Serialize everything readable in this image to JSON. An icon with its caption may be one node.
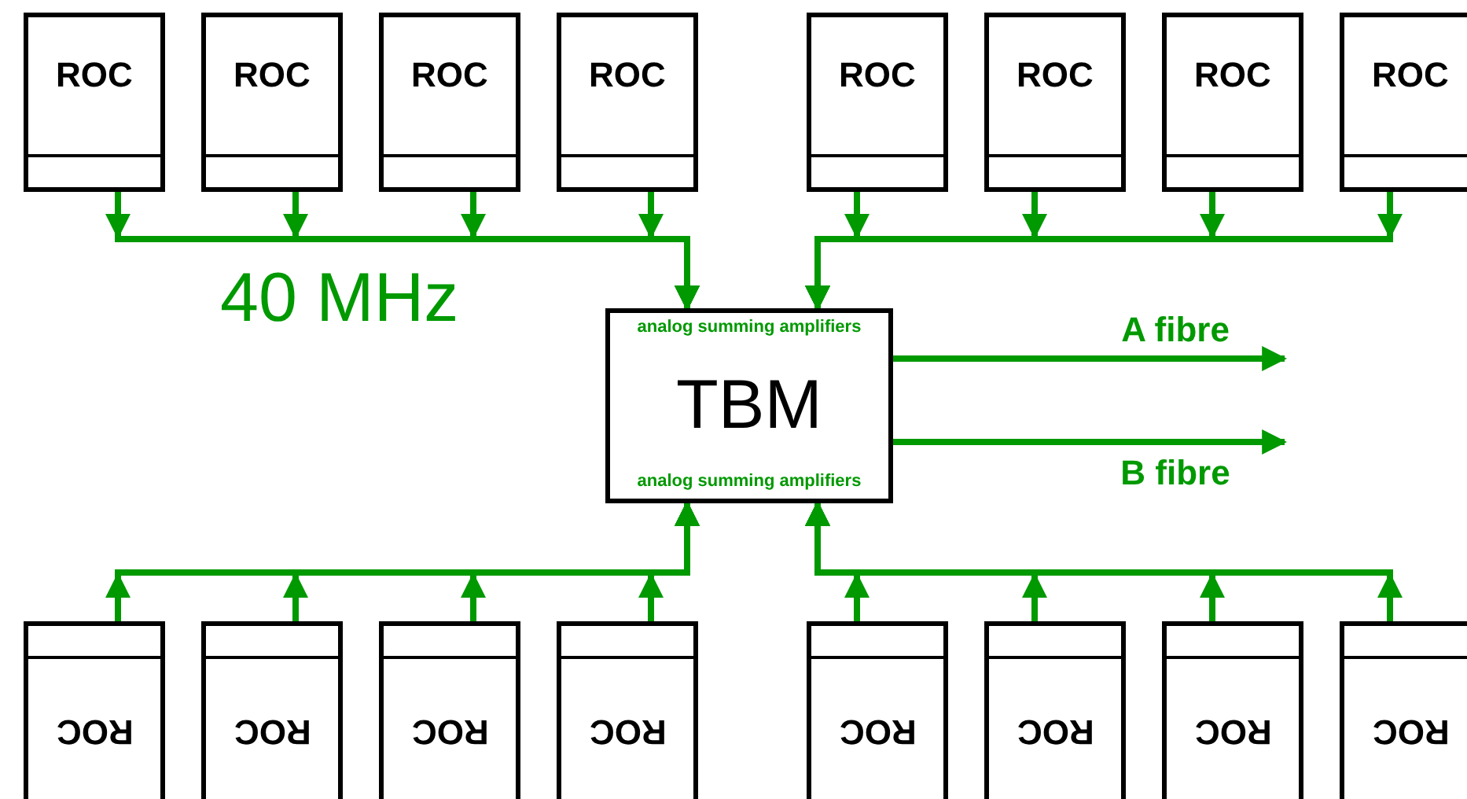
{
  "diagram": {
    "nodes": [
      {
        "text": [
          "ROC"
        ]
      },
      {
        "text": [
          "ROC"
        ]
      },
      {
        "text": [
          "ROC"
        ]
      },
      {
        "text": [
          "ROC"
        ]
      },
      {
        "text": [
          "ROC"
        ]
      },
      {
        "text": [
          "ROC"
        ]
      },
      {
        "text": [
          "ROC"
        ]
      },
      {
        "text": [
          "ROC"
        ]
      },
      {
        "text": [
          "analog summing amplifiers",
          "TBM",
          "analog summing amplifiers"
        ]
      },
      {
        "text": [
          "ROC"
        ]
      },
      {
        "text": [
          "ROC"
        ]
      },
      {
        "text": [
          "ROC"
        ]
      },
      {
        "text": [
          "ROC"
        ]
      },
      {
        "text": [
          "ROC"
        ]
      },
      {
        "text": [
          "ROC"
        ]
      },
      {
        "text": [
          "ROC"
        ]
      },
      {
        "text": [
          "ROC"
        ]
      }
    ],
    "edges": [
      {
        "from": 0,
        "to": 8,
        "arrow": "to"
      },
      {
        "from": 1,
        "to": 8,
        "arrow": "to"
      },
      {
        "from": 2,
        "to": 8,
        "arrow": "to"
      },
      {
        "from": 3,
        "to": 8,
        "arrow": "to"
      },
      {
        "from": 4,
        "to": 8,
        "arrow": "to"
      },
      {
        "from": 5,
        "to": 8,
        "arrow": "to"
      },
      {
        "from": 6,
        "to": 8,
        "arrow": "to"
      },
      {
        "from": 7,
        "to": 8,
        "arrow": "to"
      },
      {
        "from": 9,
        "to": 8,
        "arrow": "to"
      },
      {
        "from": 10,
        "to": 8,
        "arrow": "to"
      },
      {
        "from": 11,
        "to": 8,
        "arrow": "to"
      },
      {
        "from": 12,
        "to": 8,
        "arrow": "to"
      },
      {
        "from": 13,
        "to": 8,
        "arrow": "to"
      },
      {
        "from": 14,
        "to": 8,
        "arrow": "to"
      },
      {
        "from": 15,
        "to": 8,
        "arrow": "to"
      },
      {
        "from": 16,
        "to": 8,
        "arrow": "to"
      },
      {
        "from": 8,
        "to": null,
        "arrow": "to",
        "label": "A fibre"
      },
      {
        "from": 8,
        "to": null,
        "arrow": "to",
        "label": "B fibre"
      }
    ],
    "labels": [
      "40 MHz"
    ]
  }
}
